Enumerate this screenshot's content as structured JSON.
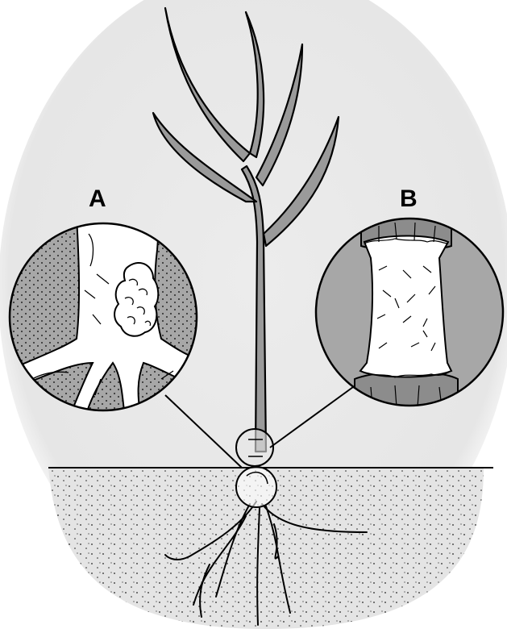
{
  "labels": {
    "a": "A",
    "b": "B"
  },
  "colors": {
    "background_halo": "#eaeaea",
    "stem_fill": "#9a9a9a",
    "inset_gray": "#a7a7a7",
    "outline": "#000000",
    "gall_fill": "#ffffff"
  },
  "icons": {
    "inset_a": "crown-gall-root-detail",
    "inset_b": "stem-lesion-detail",
    "plant": "seedling-illustration"
  }
}
